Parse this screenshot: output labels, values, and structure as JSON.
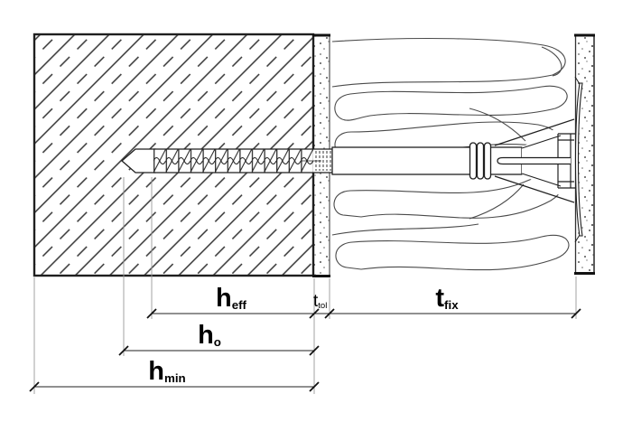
{
  "diagram": {
    "kind": "anchor-installation-cross-section",
    "labels": {
      "h_eff": {
        "base": "h",
        "sub": "eff"
      },
      "t_tol": {
        "base": "t",
        "sub": "tol"
      },
      "t_fix": {
        "base": "t",
        "sub": "fix"
      },
      "h_o": {
        "base": "h",
        "sub": "o"
      },
      "h_min": {
        "base": "h",
        "sub": "min"
      }
    },
    "colors": {
      "line": "#1f1f1f",
      "hatch": "#333333",
      "blob": "#4a4a4a",
      "extension": "#999999",
      "background": "#ffffff",
      "label": "#000000"
    }
  }
}
